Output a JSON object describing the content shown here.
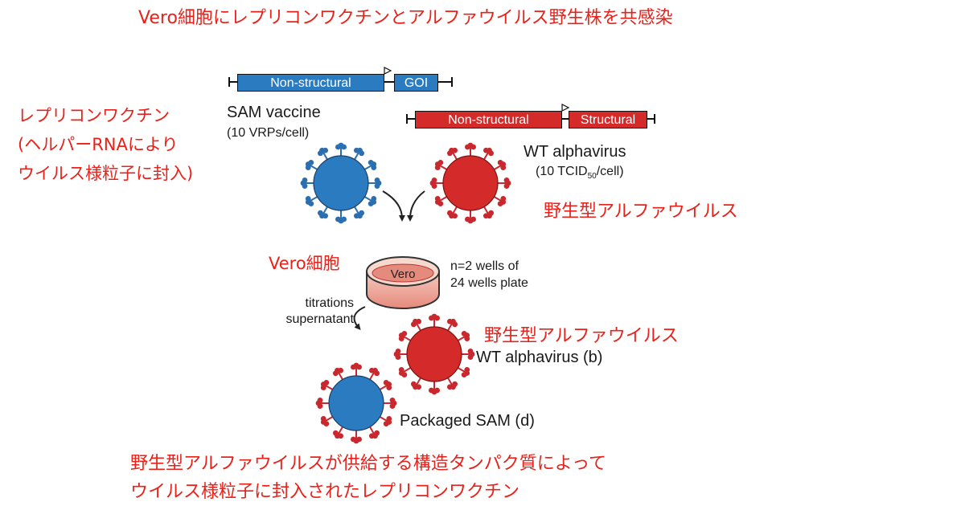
{
  "title": "Vero細胞にレプリコンワクチンとアルファウイルス野生株を共感染",
  "replicon_label": [
    "レプリコンワクチン",
    "(ヘルパーRNAにより",
    "ウイルス様粒子に封入)"
  ],
  "wt_virus_jp": "野生型アルファウイルス",
  "vero_jp": "Vero細胞",
  "bottom_note": [
    "野生型アルファウイルスが供給する構造タンパク質によって",
    "ウイルス様粒子に封入されたレプリコンワクチン"
  ],
  "sam": {
    "nonstructural": "Non-structural",
    "goi": "GOI",
    "title": "SAM vaccine",
    "dose": "(10 VRPs/cell)"
  },
  "wt": {
    "nonstructural": "Non-structural",
    "structural": "Structural",
    "title": "WT alphavirus",
    "dose_prefix": "(10 TCID",
    "dose_sub": "50",
    "dose_suffix": "/cell)"
  },
  "dish": {
    "label": "Vero",
    "wells": [
      "n=2 wells of",
      "24 wells plate"
    ]
  },
  "titrations": [
    "titrations",
    "supernatant"
  ],
  "result_wt": "WT alphavirus (b)",
  "result_sam": "Packaged SAM (d)",
  "colors": {
    "annotation_red": "#e8221b",
    "sam_blue": "#2b7bc0",
    "wt_red": "#d42a2a",
    "spike_blue": "#2b6fb0",
    "spike_red": "#c8282e"
  }
}
